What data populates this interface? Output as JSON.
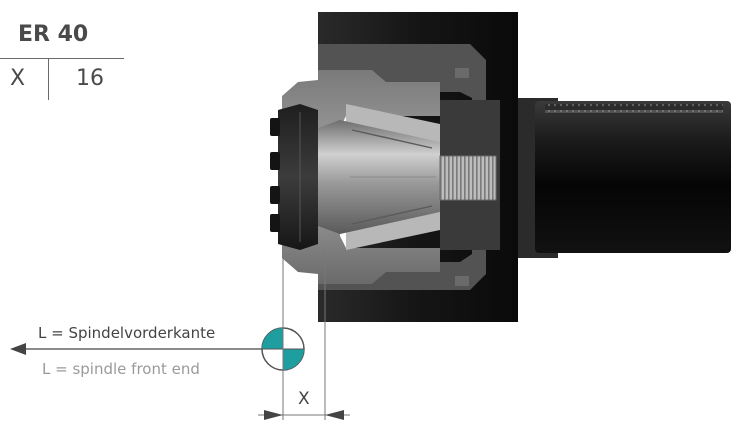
{
  "spec": {
    "title": "ER 40",
    "key": "X",
    "value": "16"
  },
  "reference": {
    "label_de": "L = Spindelvorderkante",
    "label_en": "L = spindle front end",
    "marker_color_teal": "#1f9ea0"
  },
  "dimension": {
    "label": "X"
  }
}
